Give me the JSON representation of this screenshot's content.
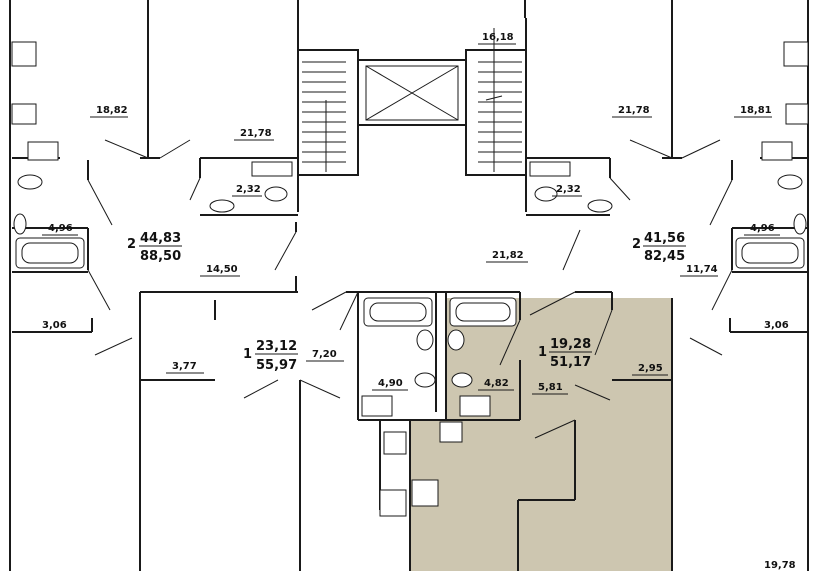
{
  "room_areas": {
    "stair": "16,18",
    "tl_room": "18,82",
    "cl_room": "21,78",
    "cr_room": "21,78",
    "tr_room": "18,81",
    "cl_wc": "2,32",
    "cr_wc": "2,32",
    "l_bath": "4,96",
    "r_bath": "4,96",
    "l_hall": "14,50",
    "c_hall": "21,82",
    "r_hall": "11,74",
    "l_loggia": "3,06",
    "r_loggia": "3,06",
    "c_storage": "3,77",
    "c_corr": "7,20",
    "c_bath1": "4,90",
    "c_bath2": "4,82",
    "c_hall2": "5,81",
    "c_loggia2": "2,95",
    "br_room": "19,78"
  },
  "apartments": [
    {
      "rooms": "2",
      "living": "44,83",
      "total": "88,50"
    },
    {
      "rooms": "2",
      "living": "41,56",
      "total": "82,45"
    },
    {
      "rooms": "1",
      "living": "23,12",
      "total": "55,97"
    },
    {
      "rooms": "1",
      "living": "19,28",
      "total": "51,17"
    }
  ],
  "colors": {
    "highlight": "#cdc6b0",
    "walls": "#1a1a1a"
  }
}
